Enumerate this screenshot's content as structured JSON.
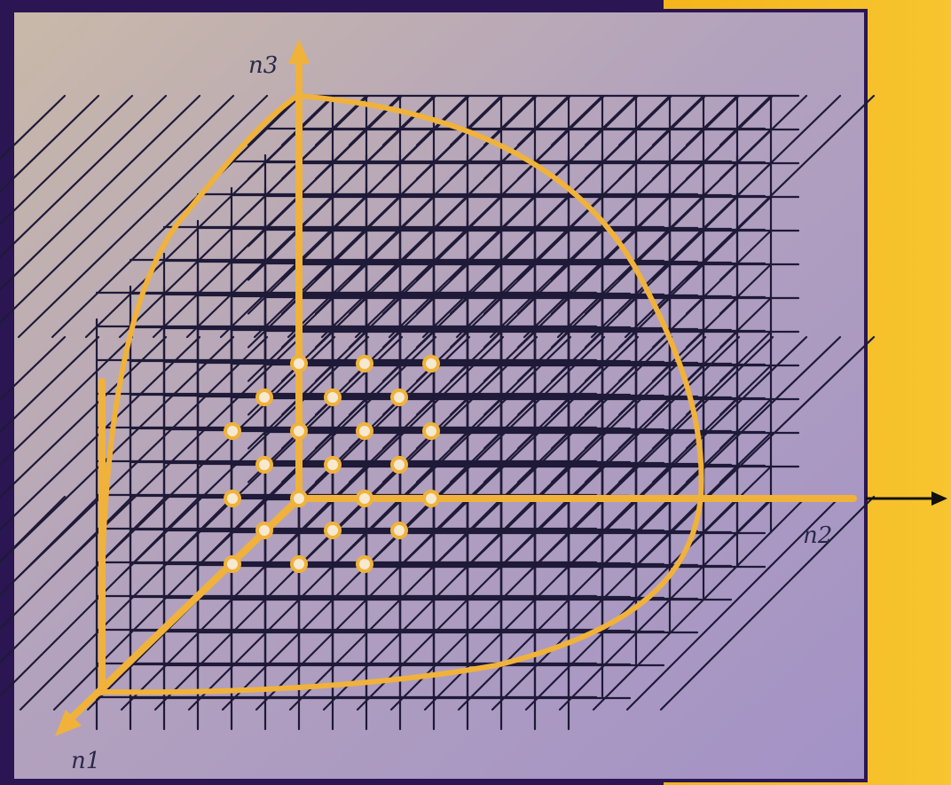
{
  "axes": {
    "n1": "n1",
    "n2": "n2",
    "n3": "n3"
  },
  "colors": {
    "background_panel": "#b5a6c4",
    "frame_dark": "#2b1552",
    "side_strip": "#f2b418",
    "grid": "#1e1a38",
    "accent_orange": "#f0b23a",
    "lattice_points": "#f0b23a"
  },
  "lattice_points_count": 23
}
